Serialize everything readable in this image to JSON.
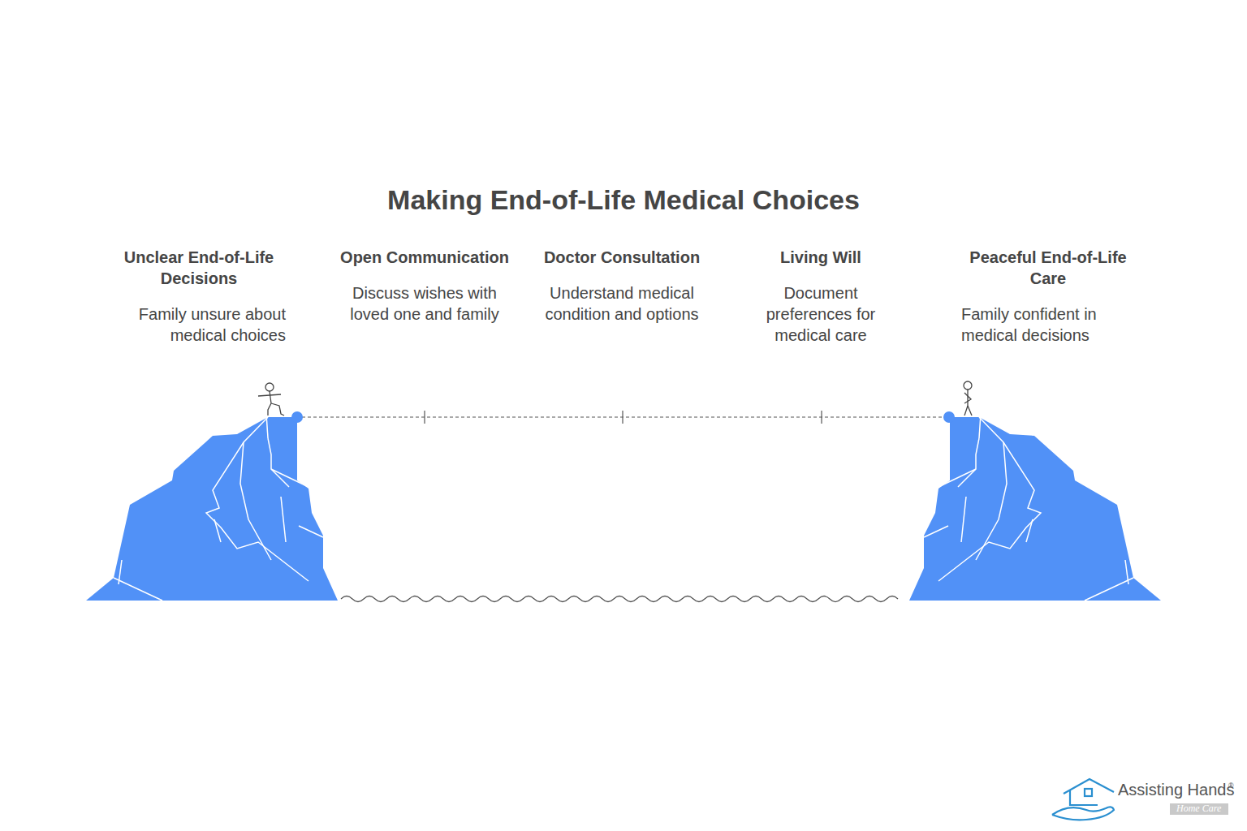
{
  "diagram": {
    "title": "Making End-of-Life Medical Choices",
    "nodes": [
      {
        "text": [
          "Unclear End-of-Life Decisions",
          "Family unsure about medical choices"
        ]
      },
      {
        "text": [
          "Open Communication",
          "Discuss wishes with loved one and family"
        ]
      },
      {
        "text": [
          "Doctor Consultation",
          "Understand medical condition and options"
        ]
      },
      {
        "text": [
          "Living Will",
          "Document preferences for medical care"
        ]
      },
      {
        "text": [
          "Peaceful End-of-Life Care",
          "Family confident in medical decisions"
        ]
      }
    ],
    "labels": [
      "Assisting Hands",
      "®",
      "Home Care"
    ]
  }
}
